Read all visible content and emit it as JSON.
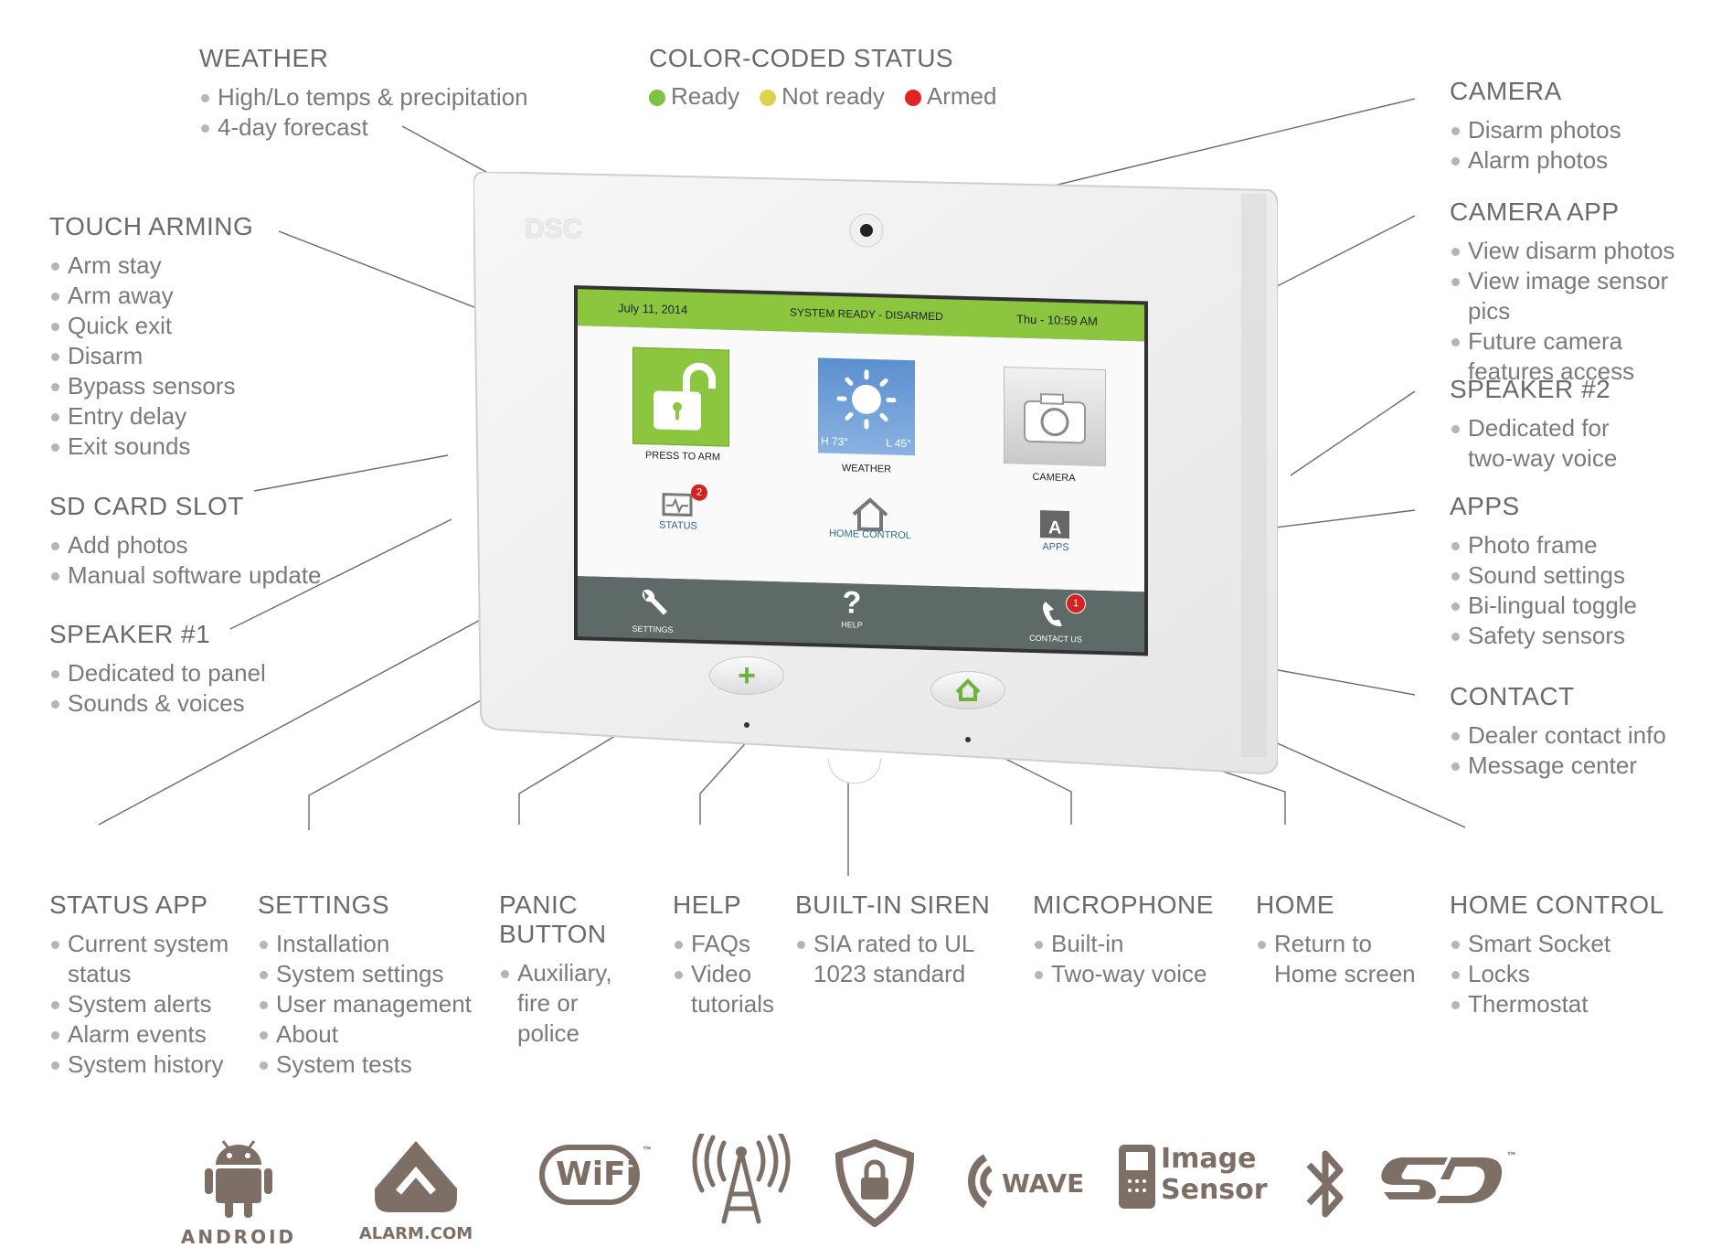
{
  "callouts": {
    "weather": {
      "title": "WEATHER",
      "items": [
        "High/Lo temps & precipitation",
        "4-day forecast"
      ]
    },
    "color_status": {
      "title": "COLOR-CODED STATUS",
      "items": [
        {
          "label": "Ready",
          "color": "#7dc242"
        },
        {
          "label": "Not ready",
          "color": "#e0d14a"
        },
        {
          "label": "Armed",
          "color": "#e02424"
        }
      ]
    },
    "camera": {
      "title": "CAMERA",
      "items": [
        "Disarm photos",
        "Alarm photos"
      ]
    },
    "touch_arming": {
      "title": "TOUCH ARMING",
      "items": [
        "Arm stay",
        "Arm away",
        "Quick exit",
        "Disarm",
        "Bypass sensors",
        "Entry delay",
        "Exit sounds"
      ]
    },
    "camera_app": {
      "title": "CAMERA APP",
      "items": [
        "View disarm photos",
        "View image sensor pics",
        "Future camera features access"
      ]
    },
    "speaker2": {
      "title": "SPEAKER #2",
      "items": [
        "Dedicated for two-way voice"
      ]
    },
    "sd_card": {
      "title": "SD CARD SLOT",
      "items": [
        "Add photos",
        "Manual software update"
      ]
    },
    "apps": {
      "title": "APPS",
      "items": [
        "Photo frame",
        "Sound settings",
        "Bi-lingual toggle",
        "Safety sensors"
      ]
    },
    "speaker1": {
      "title": "SPEAKER #1",
      "items": [
        "Dedicated to panel",
        "Sounds & voices"
      ]
    },
    "contact": {
      "title": "CONTACT",
      "items": [
        "Dealer contact info",
        "Message center"
      ]
    },
    "status_app": {
      "title": "STATUS APP",
      "items": [
        "Current system status",
        "System alerts",
        "Alarm events",
        "System history"
      ]
    },
    "settings": {
      "title": "SETTINGS",
      "items": [
        "Installation",
        "System settings",
        "User management",
        "About",
        "System tests"
      ]
    },
    "panic": {
      "title": "PANIC BUTTON",
      "items": [
        "Auxiliary, fire or police"
      ]
    },
    "help": {
      "title": "HELP",
      "items": [
        "FAQs",
        "Video tutorials"
      ]
    },
    "siren": {
      "title": "BUILT-IN SIREN",
      "items": [
        "SIA rated to UL 1023 standard"
      ]
    },
    "microphone": {
      "title": "MICROPHONE",
      "items": [
        "Built-in",
        "Two-way voice"
      ]
    },
    "home": {
      "title": "HOME",
      "items": [
        "Return to Home screen"
      ]
    },
    "home_control": {
      "title": "HOME CONTROL",
      "items": [
        "Smart Socket",
        "Locks",
        "Thermostat"
      ]
    }
  },
  "screen": {
    "brand": "DSC",
    "date": "July 11, 2014",
    "system_status": "SYSTEM READY - DISARMED",
    "time": "Thu - 10:59 AM",
    "tiles": {
      "arm": "PRESS TO ARM",
      "weather": "WEATHER",
      "camera": "CAMERA"
    },
    "weather_hi": "H 73°",
    "weather_lo": "L 45°",
    "apps_row": {
      "status": "STATUS",
      "home_control": "HOME CONTROL",
      "apps": "APPS"
    },
    "status_badge": "2",
    "bottom_bar": {
      "settings": "SETTINGS",
      "help": "HELP",
      "contact": "CONTACT US"
    },
    "contact_badge": "1",
    "colors": {
      "green": "#8cc63f",
      "bar": "#5d6a68",
      "screen_bg": "#fafafa"
    }
  },
  "logos": {
    "android": "ANDROID",
    "alarm_com": "ALARM.COM",
    "wifi": "WiFi",
    "tm": "™",
    "zwave": "WAVE",
    "image_sensor_1": "Image",
    "image_sensor_2": "Sensor",
    "icons": [
      "android-icon",
      "alarm-com-icon",
      "wifi-icon",
      "tower-icon",
      "shield-lock-icon",
      "zwave-icon",
      "image-sensor-icon",
      "bluetooth-icon",
      "sd-icon"
    ]
  }
}
